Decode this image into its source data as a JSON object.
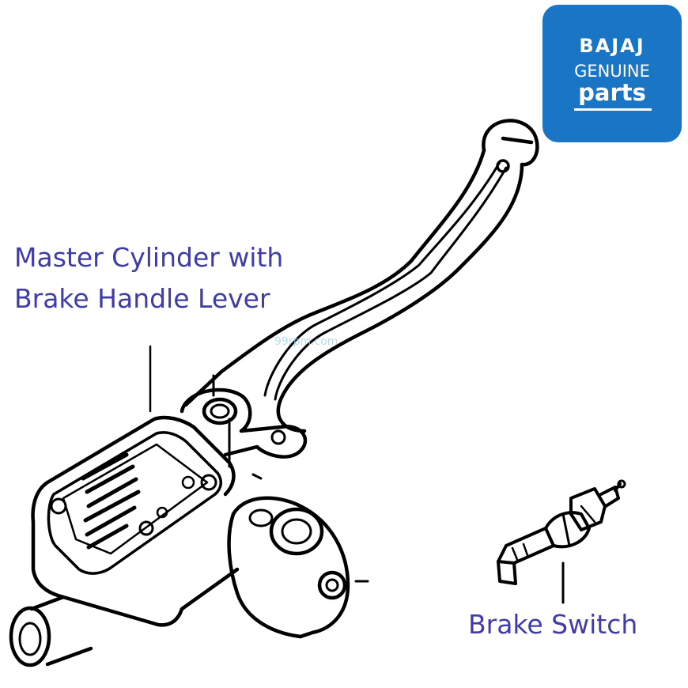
{
  "labels": {
    "master_cylinder": [
      "Master Cylinder with",
      "Brake Handle Lever"
    ],
    "brake_switch": "Brake Switch"
  },
  "logo": {
    "brand": "BAJAJ",
    "line2": "GENUINE",
    "line3": "parts"
  },
  "watermark": "99rpm.com",
  "colors": {
    "label_text": "#3f3ca8",
    "logo_background": "#1a75c4",
    "logo_text": "#ffffff",
    "line_art": "#000000"
  }
}
